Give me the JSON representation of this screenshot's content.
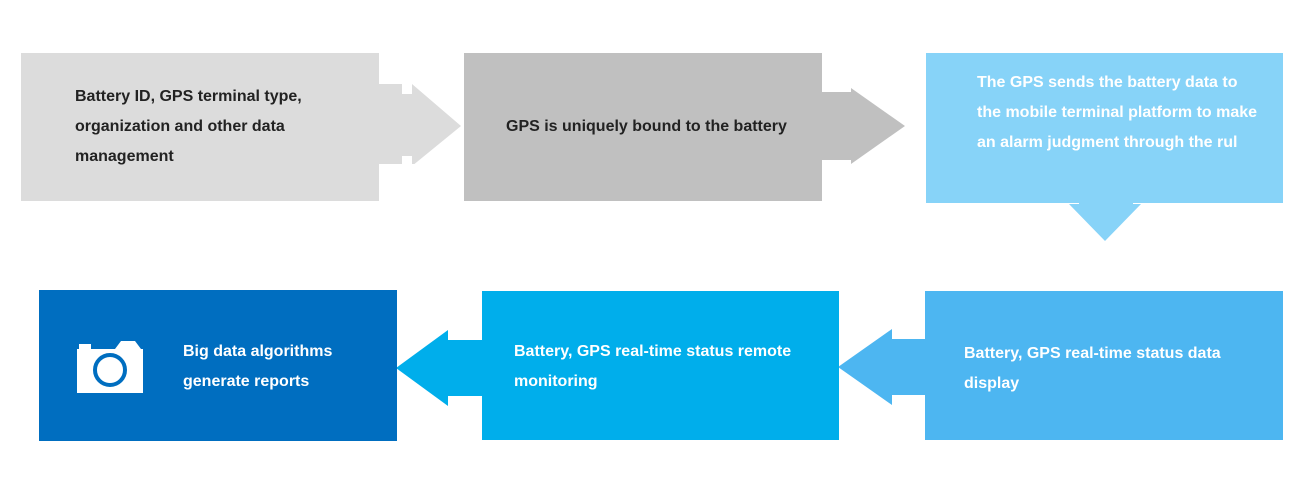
{
  "steps": [
    {
      "text": "Battery ID, GPS terminal type, organization and other data management",
      "color": "#dcdcdc"
    },
    {
      "text": "GPS is uniquely bound to the battery",
      "color": "#c0c0c0"
    },
    {
      "text": "The GPS sends the battery data to the mobile terminal platform to make an alarm judgment through the rul",
      "color": "#87d3f8"
    },
    {
      "text": "Battery, GPS real-time status data display",
      "color": "#4db6f1"
    },
    {
      "text": "Battery, GPS real-time status remote monitoring",
      "color": "#00aeeb"
    },
    {
      "text": "Big data algorithms generate reports",
      "color": "#006ec0",
      "icon": "camera-icon"
    }
  ]
}
